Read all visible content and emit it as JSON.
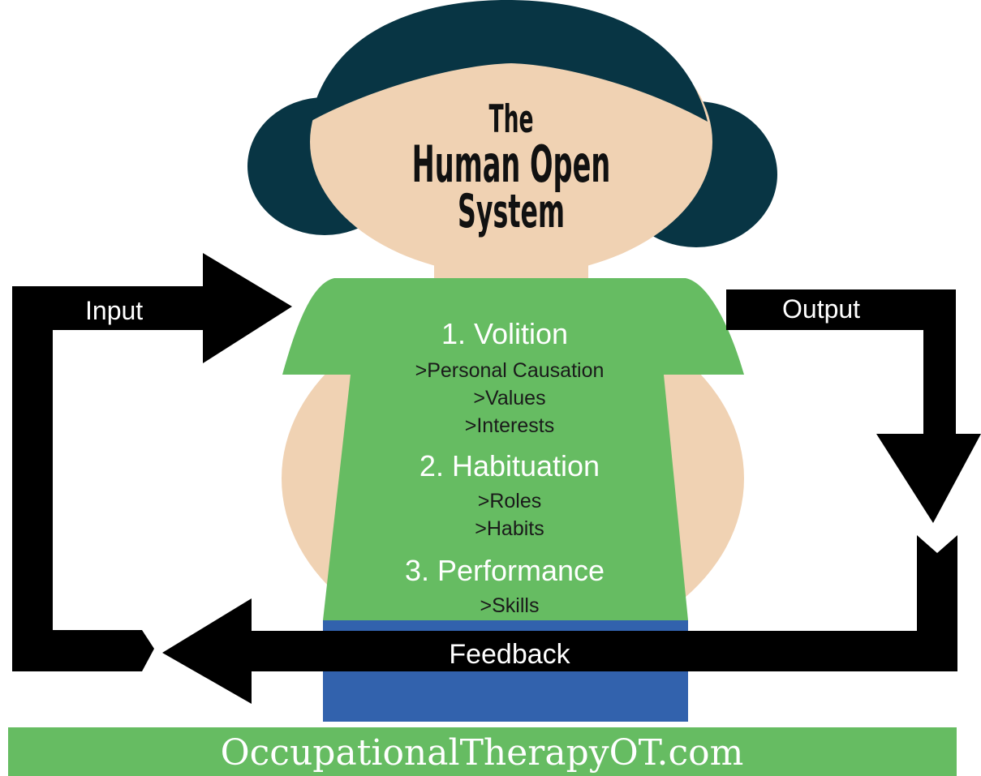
{
  "title": {
    "line1": "The",
    "line2": "Human Open",
    "line3": "System"
  },
  "components": [
    {
      "heading": "1. Volition",
      "items": [
        ">Personal Causation",
        ">Values",
        ">Interests"
      ]
    },
    {
      "heading": "2. Habituation",
      "items": [
        ">Roles",
        ">Habits"
      ]
    },
    {
      "heading": "3. Performance",
      "items": [
        ">Skills"
      ]
    }
  ],
  "arrows": {
    "input": "Input",
    "output": "Output",
    "feedback": "Feedback"
  },
  "footer": {
    "text": "OccupationalTherapyOT.com"
  },
  "colors": {
    "hair": "#083544",
    "skin": "#f0d2b3",
    "shirt": "#66bc62",
    "pants": "#3262ad",
    "arrows": "#000000",
    "footer": "#66bc62"
  }
}
